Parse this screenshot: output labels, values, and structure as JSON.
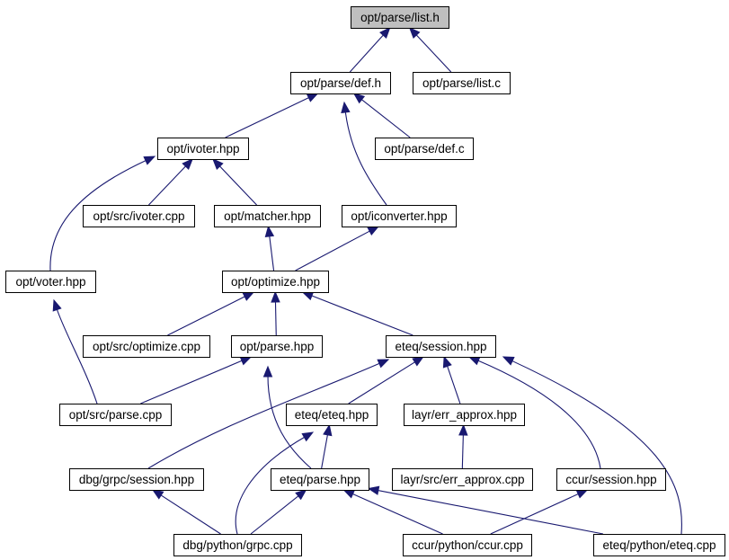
{
  "graph": {
    "nodes": {
      "list_h": "opt/parse/list.h",
      "def_h": "opt/parse/def.h",
      "list_c": "opt/parse/list.c",
      "ivoter_hpp": "opt/ivoter.hpp",
      "def_c": "opt/parse/def.c",
      "ivoter_cpp": "opt/src/ivoter.cpp",
      "matcher_hpp": "opt/matcher.hpp",
      "iconverter_hpp": "opt/iconverter.hpp",
      "voter_hpp": "opt/voter.hpp",
      "optimize_hpp": "opt/optimize.hpp",
      "optimize_cpp": "opt/src/optimize.cpp",
      "parse_hpp": "opt/parse.hpp",
      "session_hpp": "eteq/session.hpp",
      "parse_cpp": "opt/src/parse.cpp",
      "eteq_hpp": "eteq/eteq.hpp",
      "err_approx_hpp": "layr/err_approx.hpp",
      "grpc_session_hpp": "dbg/grpc/session.hpp",
      "eteq_parse_hpp": "eteq/parse.hpp",
      "err_approx_cpp": "layr/src/err_approx.cpp",
      "ccur_session_hpp": "ccur/session.hpp",
      "grpc_cpp": "dbg/python/grpc.cpp",
      "ccur_cpp": "ccur/python/ccur.cpp",
      "eteq_cpp": "eteq/python/eteq.cpp"
    },
    "root": "list_h",
    "edges": [
      [
        "def_h",
        "list_h"
      ],
      [
        "list_c",
        "list_h"
      ],
      [
        "ivoter_hpp",
        "def_h"
      ],
      [
        "def_c",
        "def_h"
      ],
      [
        "iconverter_hpp",
        "def_h"
      ],
      [
        "ivoter_cpp",
        "ivoter_hpp"
      ],
      [
        "matcher_hpp",
        "ivoter_hpp"
      ],
      [
        "voter_hpp",
        "ivoter_hpp"
      ],
      [
        "optimize_hpp",
        "matcher_hpp"
      ],
      [
        "optimize_hpp",
        "iconverter_hpp"
      ],
      [
        "parse_cpp",
        "voter_hpp"
      ],
      [
        "optimize_cpp",
        "optimize_hpp"
      ],
      [
        "parse_hpp",
        "optimize_hpp"
      ],
      [
        "session_hpp",
        "optimize_hpp"
      ],
      [
        "parse_cpp",
        "parse_hpp"
      ],
      [
        "eteq_parse_hpp",
        "parse_hpp"
      ],
      [
        "grpc_session_hpp",
        "session_hpp"
      ],
      [
        "eteq_hpp",
        "session_hpp"
      ],
      [
        "err_approx_hpp",
        "session_hpp"
      ],
      [
        "ccur_session_hpp",
        "session_hpp"
      ],
      [
        "eteq_cpp",
        "session_hpp"
      ],
      [
        "eteq_parse_hpp",
        "eteq_hpp"
      ],
      [
        "grpc_cpp",
        "eteq_hpp"
      ],
      [
        "err_approx_cpp",
        "err_approx_hpp"
      ],
      [
        "grpc_cpp",
        "grpc_session_hpp"
      ],
      [
        "grpc_cpp",
        "eteq_parse_hpp"
      ],
      [
        "ccur_cpp",
        "eteq_parse_hpp"
      ],
      [
        "eteq_cpp",
        "eteq_parse_hpp"
      ],
      [
        "ccur_cpp",
        "ccur_session_hpp"
      ]
    ]
  },
  "colors": {
    "edge": "#191970",
    "root_fill": "#bfbfbf",
    "node_fill": "#ffffff",
    "node_border": "#000000"
  }
}
